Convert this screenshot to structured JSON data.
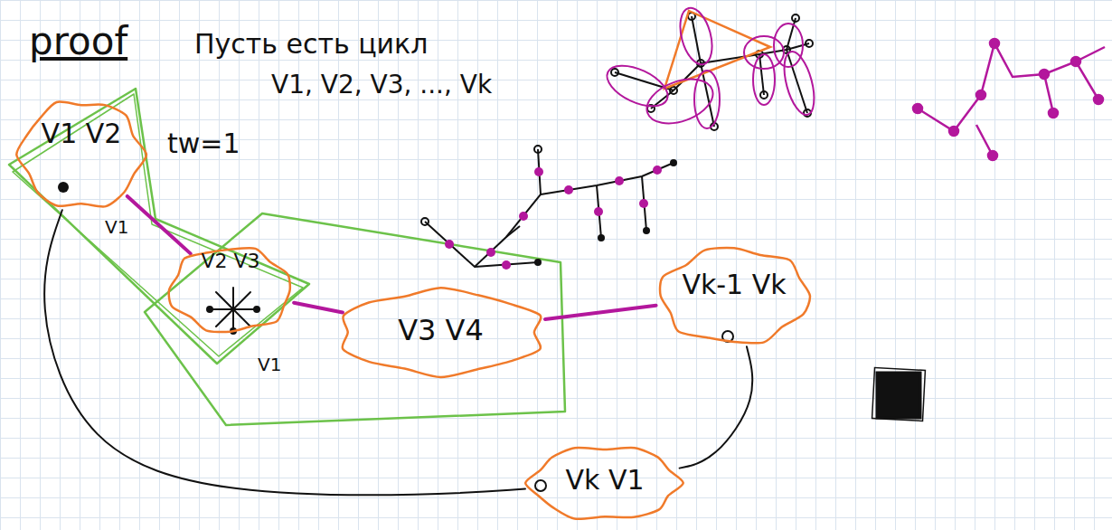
{
  "diagram": {
    "nodes": [
      {
        "text": [
          "V1 V2"
        ]
      },
      {
        "text": [
          "V2 V3"
        ]
      },
      {
        "text": [
          "V3 V4"
        ]
      },
      {
        "text": [
          "Vk-1 Vk"
        ]
      },
      {
        "text": [
          "Vk V1"
        ]
      }
    ],
    "edges": [
      {
        "from": 0,
        "to": 1,
        "arrow": "none"
      },
      {
        "from": 1,
        "to": 2,
        "arrow": "none"
      },
      {
        "from": 2,
        "to": 3,
        "arrow": "none"
      },
      {
        "from": 0,
        "to": 4,
        "arrow": "none"
      },
      {
        "from": 3,
        "to": 4,
        "arrow": "none"
      }
    ],
    "labels": [
      "proof",
      "Пусть есть цикл",
      "V1, V2, V3, ..., Vk",
      "tw=1",
      "V1",
      "V1"
    ]
  }
}
